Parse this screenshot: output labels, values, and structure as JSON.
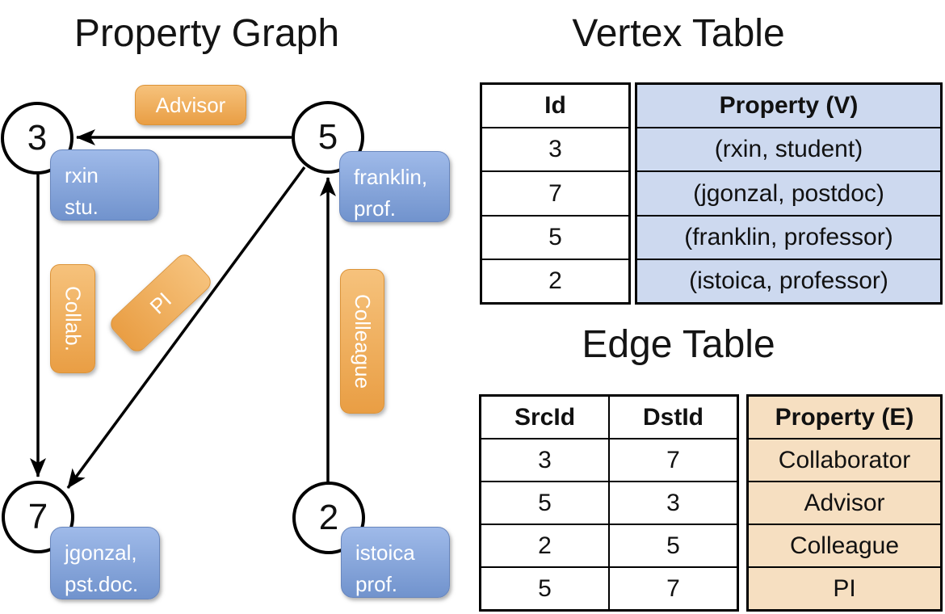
{
  "graph": {
    "title": "Property Graph",
    "nodes": [
      {
        "id": "3",
        "line1": "rxin",
        "line2": "stu."
      },
      {
        "id": "5",
        "line1": "franklin,",
        "line2": "prof."
      },
      {
        "id": "7",
        "line1": "jgonzal,",
        "line2": "pst.doc."
      },
      {
        "id": "2",
        "line1": "istoica",
        "line2": "prof."
      }
    ],
    "edge_labels": {
      "advisor": "Advisor",
      "collab": "Collab.",
      "pi": "PI",
      "colleague": "Colleague"
    }
  },
  "vertex_table": {
    "title": "Vertex Table",
    "columns": {
      "id": "Id",
      "property": "Property (V)"
    },
    "rows": [
      {
        "id": "3",
        "property": "(rxin, student)"
      },
      {
        "id": "7",
        "property": "(jgonzal, postdoc)"
      },
      {
        "id": "5",
        "property": "(franklin, professor)"
      },
      {
        "id": "2",
        "property": "(istoica, professor)"
      }
    ]
  },
  "edge_table": {
    "title": "Edge Table",
    "columns": {
      "src": "SrcId",
      "dst": "DstId",
      "property": "Property (E)"
    },
    "rows": [
      {
        "src": "3",
        "dst": "7",
        "property": "Collaborator"
      },
      {
        "src": "5",
        "dst": "3",
        "property": "Advisor"
      },
      {
        "src": "2",
        "dst": "5",
        "property": "Colleague"
      },
      {
        "src": "5",
        "dst": "7",
        "property": "PI"
      }
    ]
  },
  "colors": {
    "orange_top": "#f6c27c",
    "orange_bottom": "#e99e44",
    "blue_top": "#9fbae9",
    "blue_bottom": "#7193cd",
    "vertex_property_bg": "#cdd9ef",
    "edge_property_bg": "#f6dfc1",
    "line": "#000000"
  }
}
